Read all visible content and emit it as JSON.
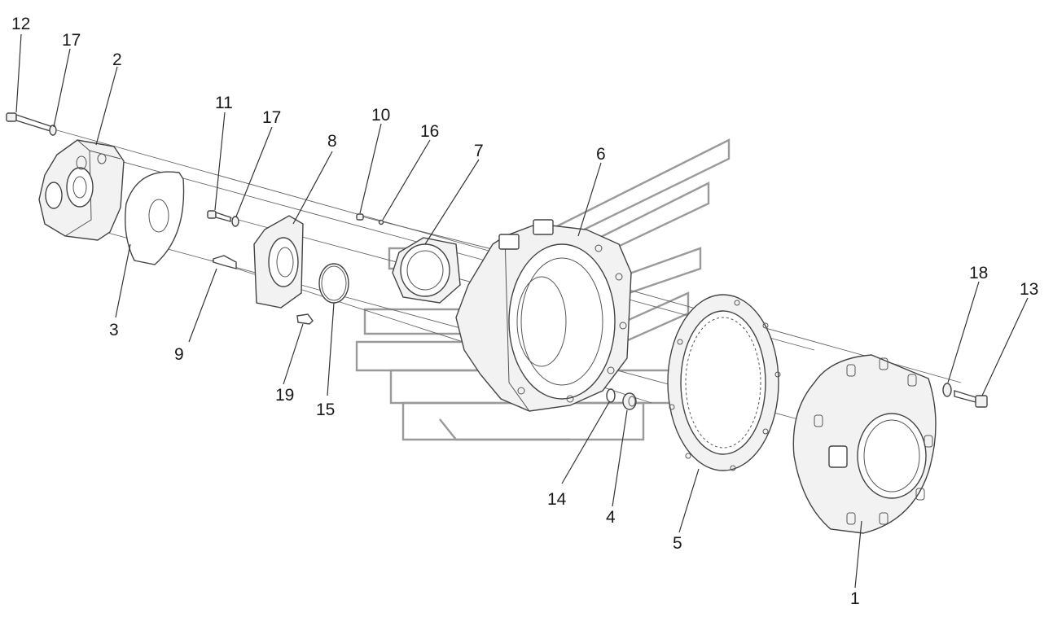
{
  "labels": {
    "p1": "1",
    "p2": "2",
    "p3": "3",
    "p4": "4",
    "p5": "5",
    "p6": "6",
    "p7": "7",
    "p8": "8",
    "p9": "9",
    "p10": "10",
    "p11": "11",
    "p12": "12",
    "p13": "13",
    "p14": "14",
    "p15": "15",
    "p16": "16",
    "p17a": "17",
    "p17b": "17",
    "p18": "18",
    "p19": "19"
  },
  "colors": {
    "line": "#444444",
    "watermark": "#9a9a9a",
    "background": "#ffffff"
  }
}
